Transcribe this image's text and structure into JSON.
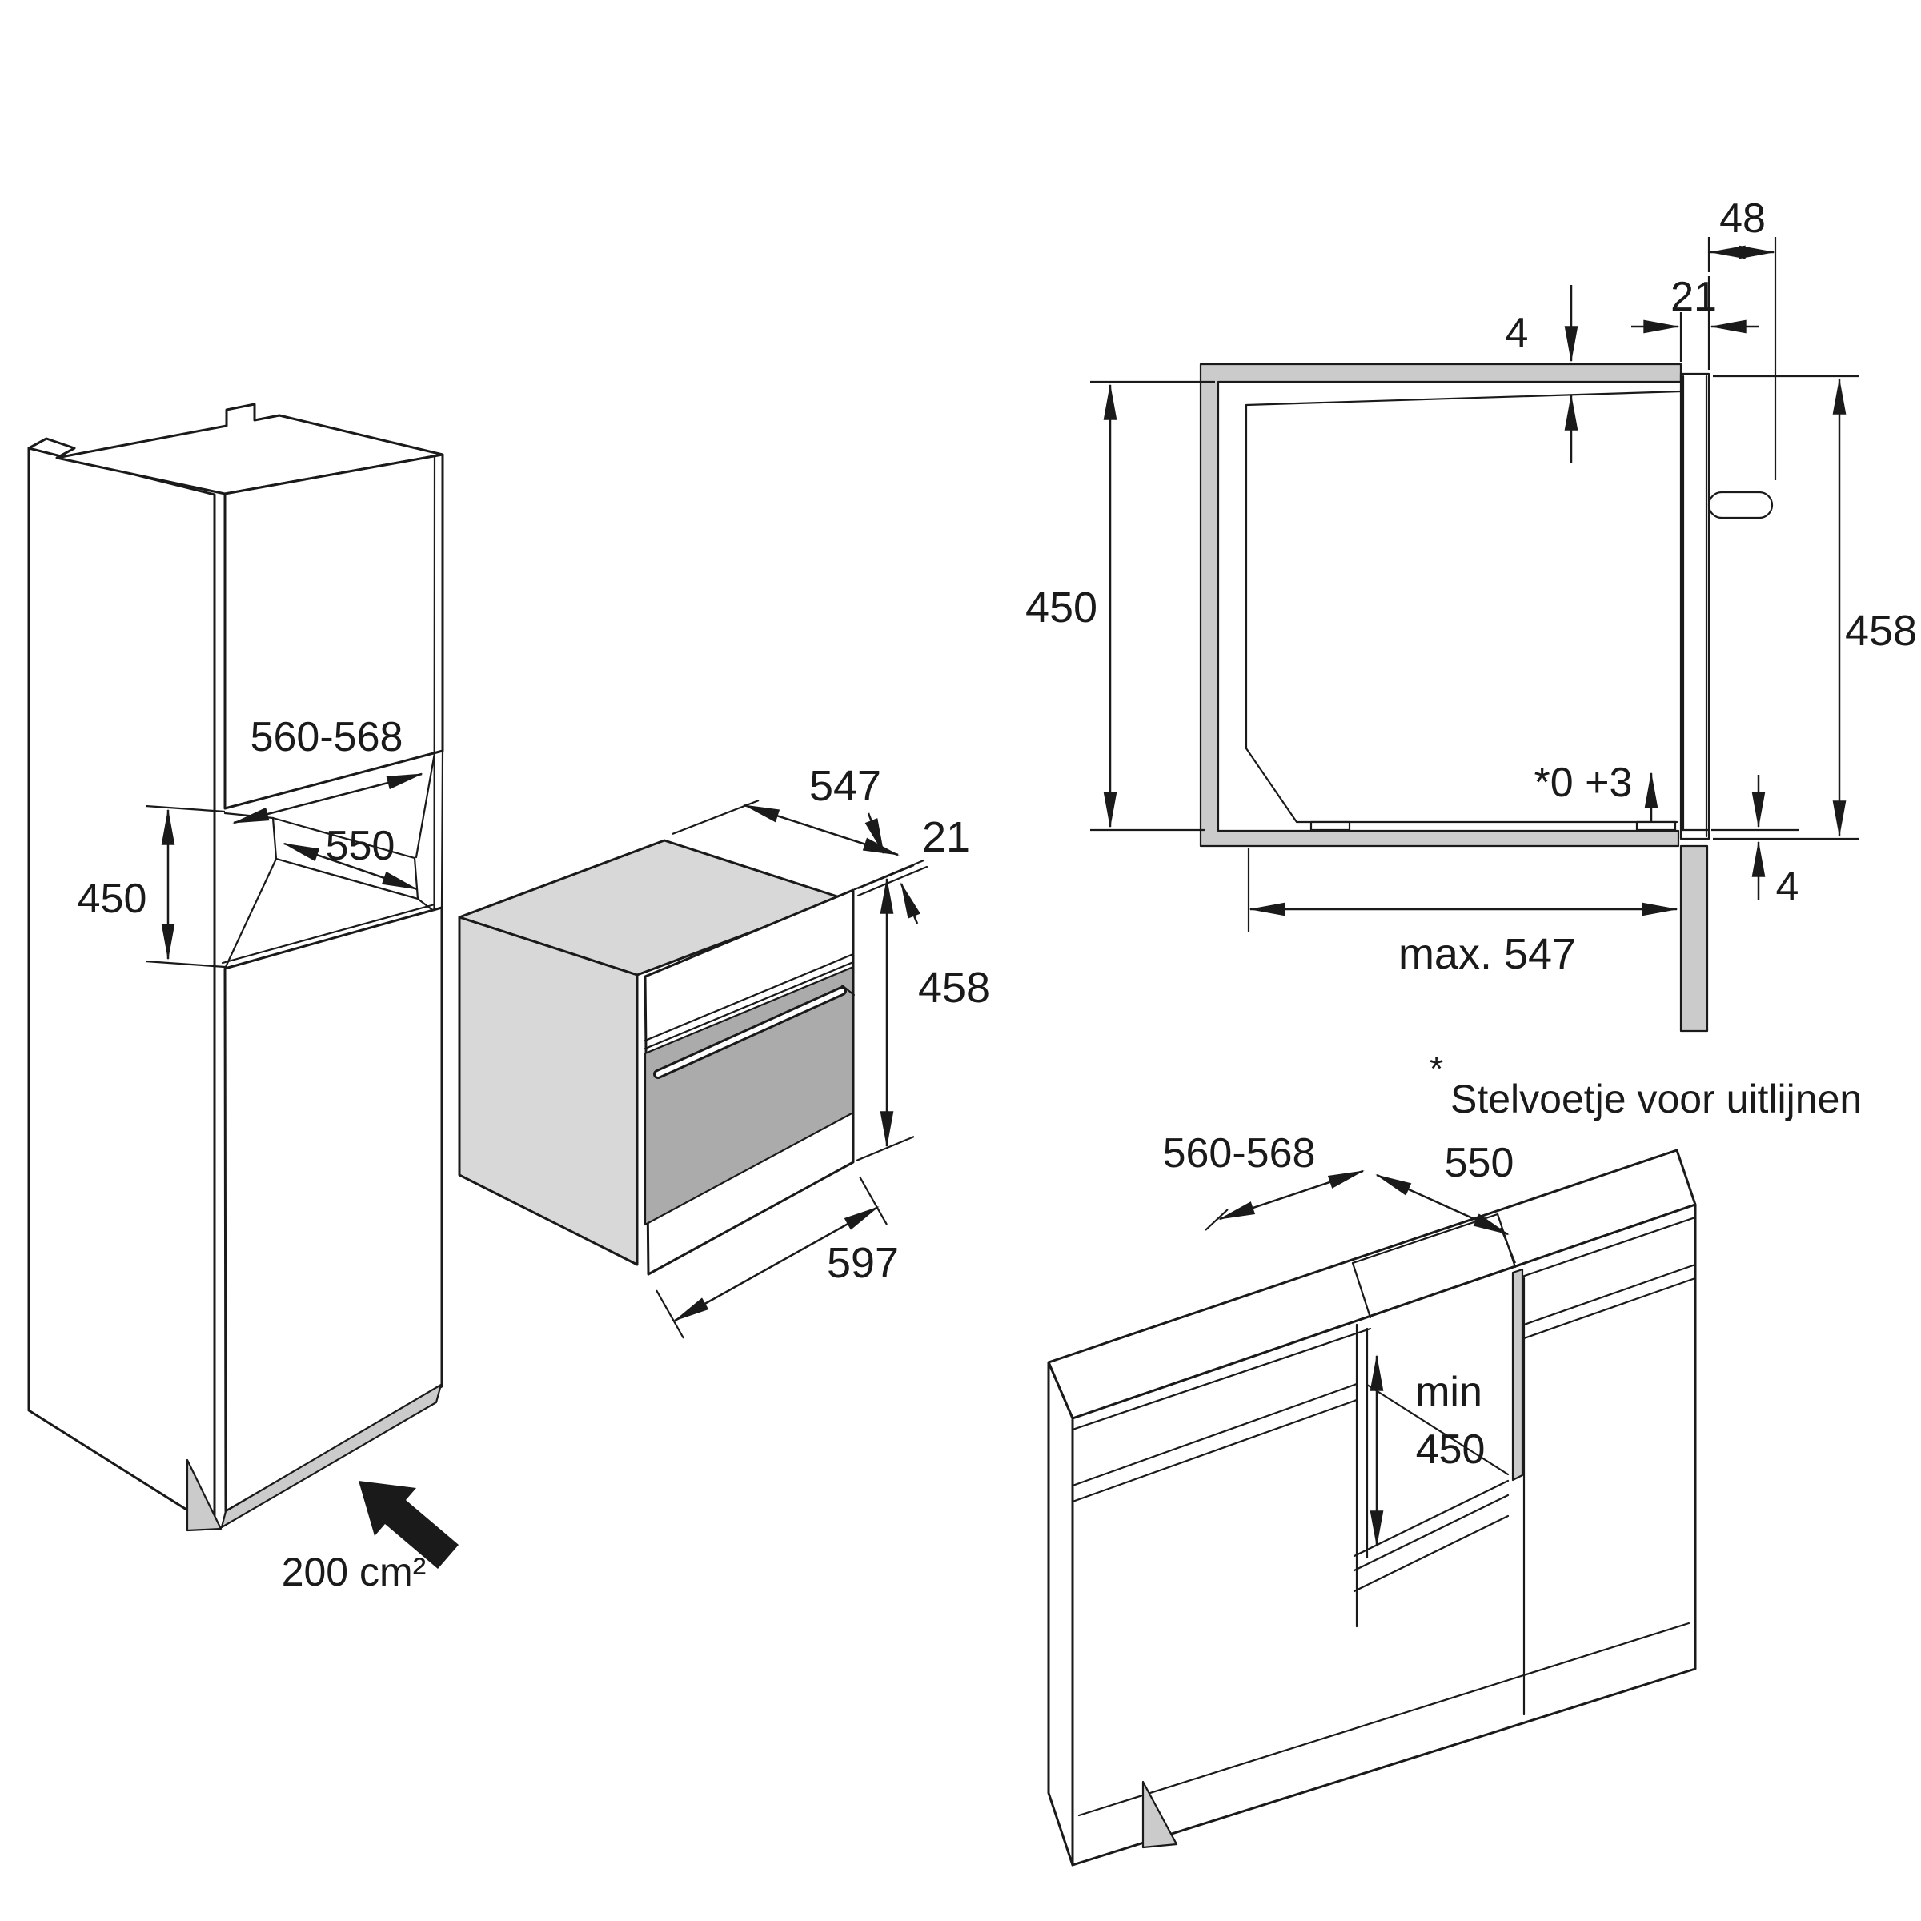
{
  "colors": {
    "line": "#1a1a1a",
    "light-gray": "#d8d8d8",
    "door-gray": "#ababab",
    "band-gray": "#cbcbcb"
  },
  "tall_cabinet": {
    "width_label": "560-568",
    "depth_label": "550",
    "height_label": "450",
    "vent_label": "200 cm²"
  },
  "oven": {
    "depth_label": "547",
    "panel_label": "21",
    "height_label": "458",
    "width_label": "597"
  },
  "section": {
    "handle_label": "48",
    "panel_label": "21",
    "top_gap_label": "4",
    "height_label": "450",
    "front_height_label": "458",
    "leveling_label": "*0 +3",
    "bottom_gap_label": "4",
    "max_depth_label": "max. 547"
  },
  "footnote": {
    "star": "*",
    "text": "Stelvoetje voor uitlijnen"
  },
  "base_cabinet": {
    "width_label": "560-568",
    "depth_label": "550",
    "min_label": "min",
    "min_value": "450"
  }
}
